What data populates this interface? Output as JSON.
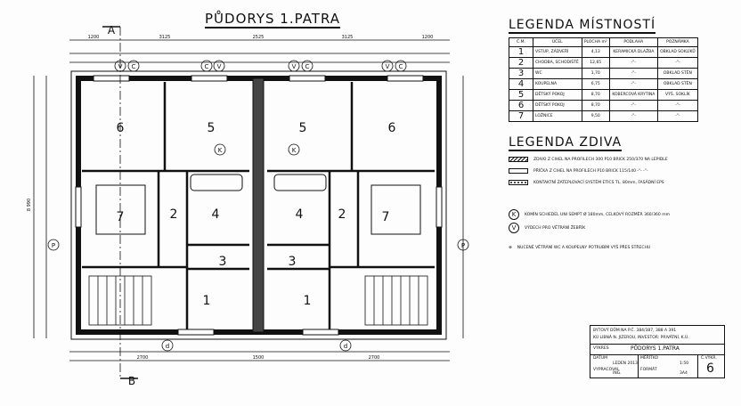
{
  "title": "PŮDORYS 1.PATRA",
  "section_marks": [
    "A",
    "B"
  ],
  "rooms_left": [
    "6",
    "5",
    "7",
    "2",
    "4",
    "3",
    "1"
  ],
  "rooms_right": [
    "5",
    "6",
    "4",
    "2",
    "7",
    "3",
    "1"
  ],
  "symbols": {
    "k": "K",
    "v": "V",
    "c": "C",
    "d": "d",
    "p": "P"
  },
  "dims": {
    "top": [
      "1200",
      "3125",
      "2525",
      "3125",
      "1200"
    ],
    "side": "8 990",
    "bottom": [
      "2700",
      "1500",
      "2700"
    ]
  },
  "legend_rooms": {
    "title": "LEGENDA MÍSTNOSTÍ",
    "headers": [
      "Č.M.",
      "ÚČEL",
      "PLOCHA m²",
      "PODLAHA",
      "POZNÁMKA"
    ],
    "rows": [
      [
        "1",
        "VSTUP, ZÁDVEŘÍ",
        "4,13",
        "KERAMICKÁ DLAŽBA",
        "OBKLAD SOKLÍKŮ"
      ],
      [
        "2",
        "CHODBA, SCHODIŠTĚ",
        "12,65",
        "-\"-",
        "-\"-"
      ],
      [
        "3",
        "WC",
        "1,70",
        "-\"-",
        "OBKLAD STĚN"
      ],
      [
        "4",
        "KOUPELNA",
        "6,75",
        "-\"-",
        "OBKLAD STĚN"
      ],
      [
        "5",
        "DĚTSKÝ POKOJ",
        "8,70",
        "KOBERCOVÁ KRYTINA",
        "VÝŠ. SOKLÍK"
      ],
      [
        "6",
        "DĚTSKÝ POKOJ",
        "8,70",
        "-\"-",
        "-\"-"
      ],
      [
        "7",
        "LOŽNICE",
        "9,50",
        "-\"-",
        "-\"-"
      ]
    ]
  },
  "legend_walls": {
    "title": "LEGENDA ZDIVA",
    "items": [
      "ZDIVO Z CIHEL NA PROFILECH 300 P10 BRICK 250/370 NA LEPIDLE",
      "PŘÍČKA Z CIHEL NA PROFILECH P10 BRICK 115/140 -\"- -\"-",
      "KONTAKTNÍ ZATEPLOVACÍ SYSTÉM ETICS TL. 80mm, FASÁDNÍ EPS"
    ],
    "k_note": "KOMÍN SCHIEDEL UNI SEMPT Ø 180mm, CELKOVÝ ROZMĚR 360/360 mm",
    "v_note": "VÝDECH PRO VĚTRÁNÍ ŽEBŘÍK",
    "note": "NUCENÉ VĚTRÁNÍ WC A KOUPELNY POTRUBÍM VÝŠ PŘES STŘECHU"
  },
  "title_block": {
    "project_line1": "BYTOVÝ DŮM NA P.Č. 384/387, 388 A 391",
    "project_line2": "KÚ LIBNÁ N. JIZEROU, INVESTOR: PRIVÁTNÍ, K.Ú.",
    "drawing_label": "VÝKRES",
    "drawing": "PŮDORYS 1.PATRA",
    "date_label": "DATUM",
    "date": "LEDEN 2013",
    "scale_label": "MĚŘÍTKO",
    "scale": "1:50",
    "author_label": "VYPRACOVAL",
    "author": "ING.",
    "format_label": "FORMÁT",
    "format": "3A4",
    "sheet_label": "Č.VÝKR.",
    "sheet": "6"
  }
}
